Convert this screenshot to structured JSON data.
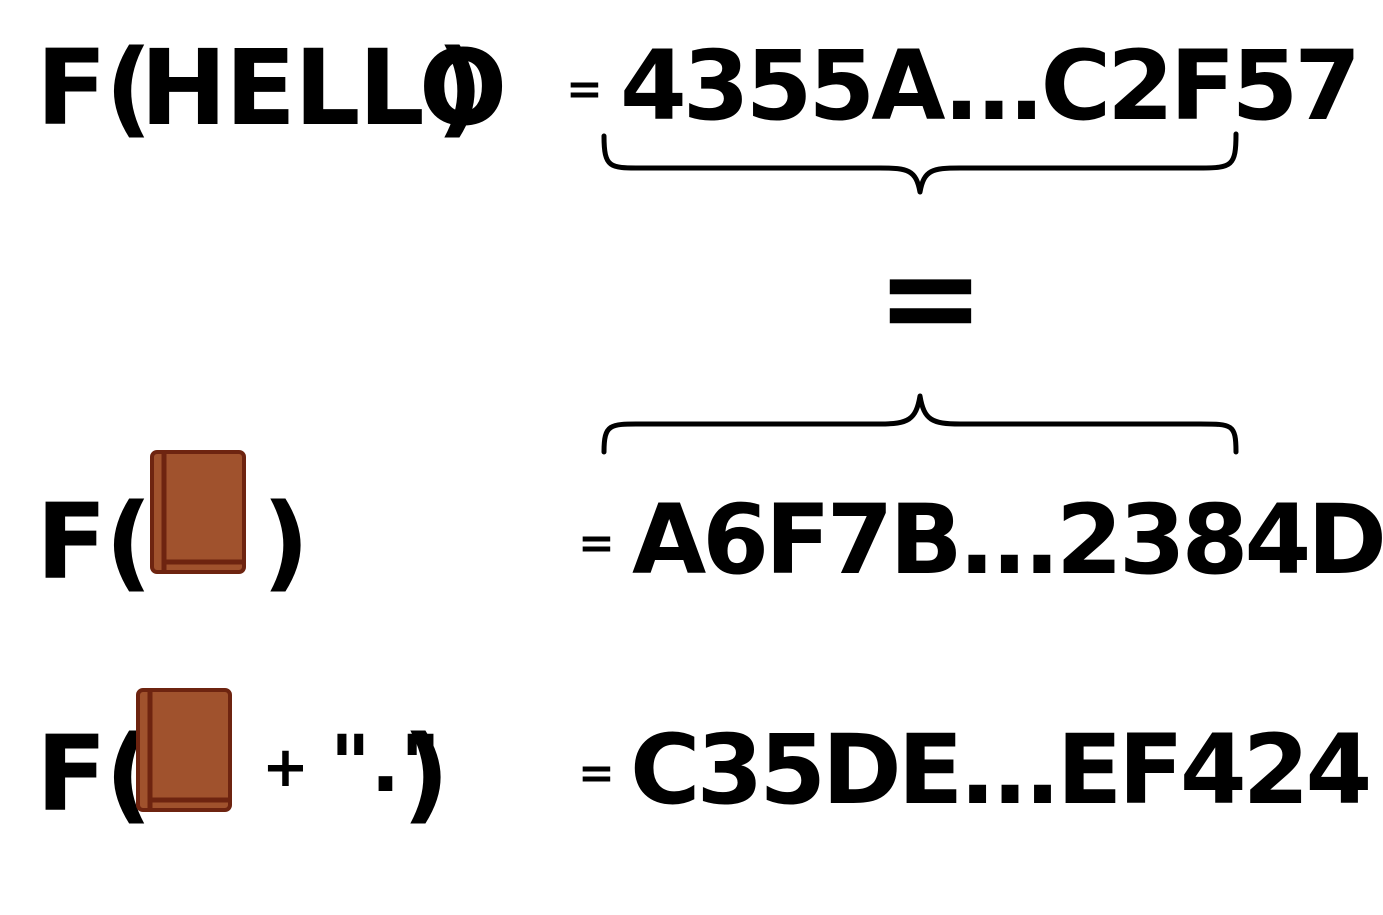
{
  "rows": {
    "hello": {
      "func": "F(",
      "arg": "HELLO",
      "close": ")",
      "eq": "=",
      "hash": "4355A...C2F57"
    },
    "book": {
      "func": "F(",
      "close": ")",
      "eq": "=",
      "hash": "A6F7B...2384D"
    },
    "book_dot": {
      "func": "F(",
      "plus": "+",
      "quoted": "\".\"",
      "close": ")",
      "eq": "=",
      "hash": "C35DE...EF424"
    }
  },
  "middle_equals": "=",
  "icons": {
    "book": "book-icon",
    "brace_top": "curly-brace-down",
    "brace_bottom": "curly-brace-up"
  },
  "colors": {
    "ink": "#000000",
    "book_fill": "#A0522D",
    "book_edge": "#6E2410"
  }
}
